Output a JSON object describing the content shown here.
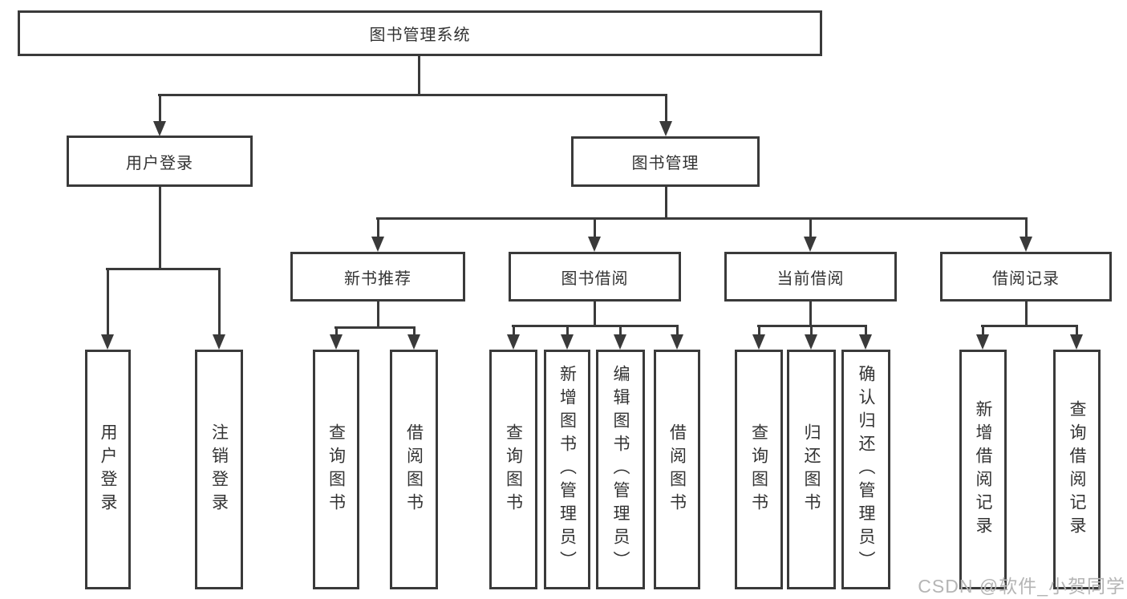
{
  "diagram": {
    "root": {
      "label": "图书管理系统"
    },
    "level2": [
      {
        "label": "用户登录"
      },
      {
        "label": "图书管理"
      }
    ],
    "level3": [
      {
        "label": "新书推荐"
      },
      {
        "label": "图书借阅"
      },
      {
        "label": "当前借阅"
      },
      {
        "label": "借阅记录"
      }
    ],
    "leaves": {
      "user_login": [
        "用户登录",
        "注销登录"
      ],
      "new_book": [
        "查询图书",
        "借阅图书"
      ],
      "book_borrow": [
        "查询图书",
        "新增图书（管理员）",
        "编辑图书（管理员）",
        "借阅图书"
      ],
      "current_borrow": [
        "查询图书",
        "归还图书",
        "确认归还（管理员）"
      ],
      "borrow_record": [
        "新增借阅记录",
        "查询借阅记录"
      ]
    },
    "watermark": "CSDN @软件_小贺同学",
    "colors": {
      "line": "#3a3a3a",
      "text": "#333333",
      "watermark": "#b5b5b5",
      "background": "#ffffff"
    }
  }
}
